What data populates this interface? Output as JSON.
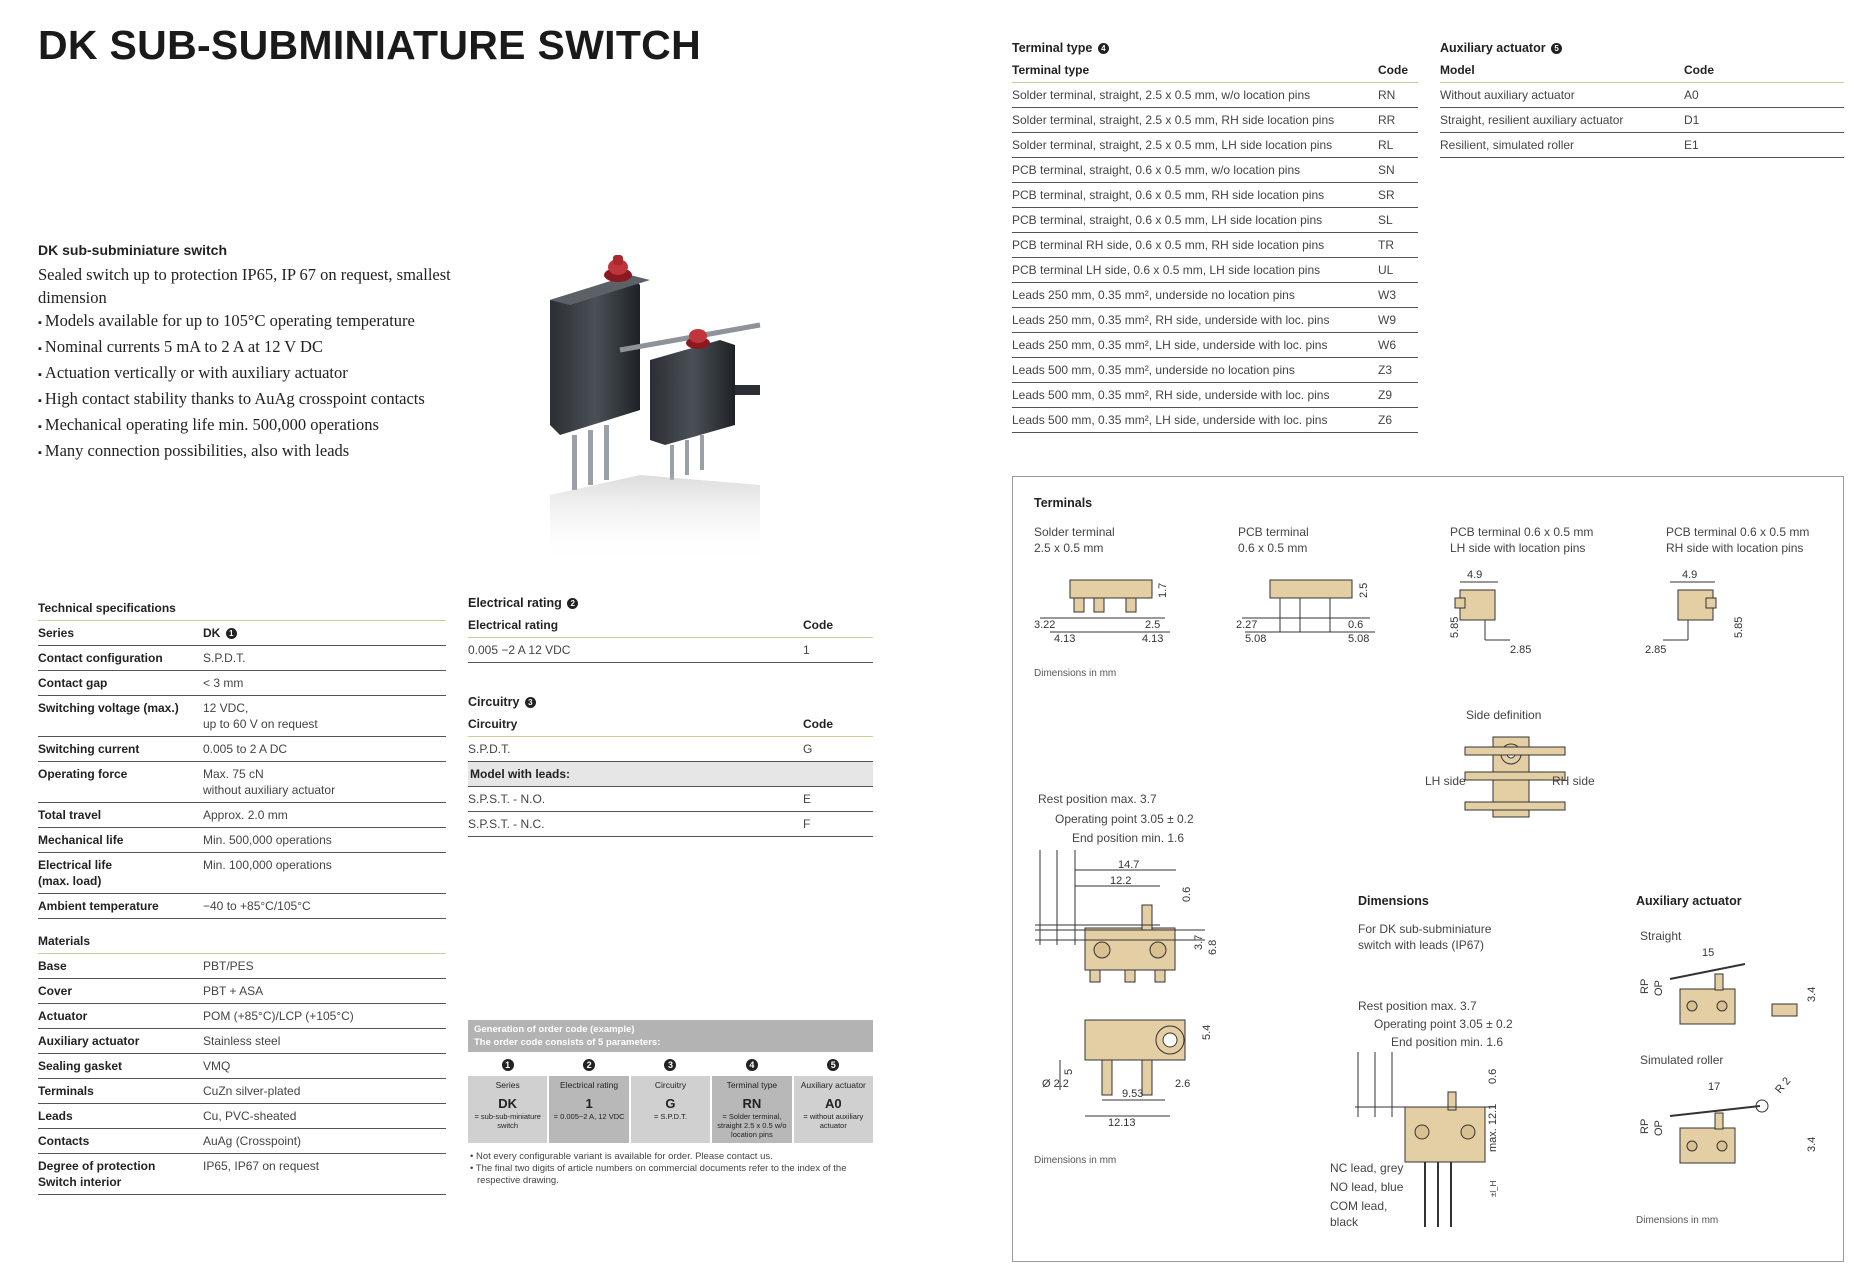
{
  "page_title": "DK SUB-SUBMINIATURE SWITCH",
  "intro": {
    "title": "DK sub-subminiature switch",
    "lead": "Sealed switch up to protection IP65, IP 67 on request, smallest dimension",
    "bullets": [
      "Models available for up to 105°C operating temperature",
      "Nominal currents 5 mA to 2 A at 12 V DC",
      "Actuation vertically or with auxiliary actuator",
      "High contact stability thanks to AuAg crosspoint contacts",
      "Mechanical operating life min. 500,000 operations",
      "Many connection possibilities, also with leads"
    ]
  },
  "tech_specs": {
    "title": "Technical specifications",
    "rows": [
      {
        "k": "Series",
        "v": "DK"
      },
      {
        "k": "Contact configuration",
        "v": "S.P.D.T."
      },
      {
        "k": "Contact gap",
        "v": "< 3 mm"
      },
      {
        "k": "Switching voltage (max.)",
        "v": "12 VDC,",
        "v2": "up to 60 V on request"
      },
      {
        "k": "Switching current",
        "v": "0.005 to 2 A DC"
      },
      {
        "k": "Operating force",
        "v": "Max. 75 cN",
        "v2": "without auxiliary actuator"
      },
      {
        "k": "Total travel",
        "v": "Approx. 2.0 mm"
      },
      {
        "k": "Mechanical life",
        "v": "Min. 500,000 operations"
      },
      {
        "k": "Electrical life",
        "k2": "(max. load)",
        "v": "Min. 100,000 operations"
      },
      {
        "k": "Ambient temperature",
        "v": "−40 to +85°C/105°C"
      }
    ]
  },
  "materials": {
    "title": "Materials",
    "rows": [
      {
        "k": "Base",
        "v": "PBT/PES"
      },
      {
        "k": "Cover",
        "v": "PBT + ASA"
      },
      {
        "k": "Actuator",
        "v": "POM (+85°C)/LCP (+105°C)"
      },
      {
        "k": "Auxiliary actuator",
        "v": "Stainless steel"
      },
      {
        "k": "Sealing gasket",
        "v": "VMQ"
      },
      {
        "k": "Terminals",
        "v": "CuZn silver-plated"
      },
      {
        "k": "Leads",
        "v": "Cu, PVC-sheated"
      },
      {
        "k": "Contacts",
        "v": "AuAg (Crosspoint)"
      },
      {
        "k": "Degree of protection",
        "k2": "Switch interior",
        "v": "IP65, IP67 on request"
      }
    ]
  },
  "electrical_rating": {
    "title": "Electrical rating",
    "col1": "Electrical rating",
    "col2": "Code",
    "rows": [
      {
        "a": "0.005 −2 A 12 VDC",
        "b": "1"
      }
    ]
  },
  "circuitry": {
    "title": "Circuitry",
    "col1": "Circuitry",
    "col2": "Code",
    "row1": {
      "a": "S.P.D.T.",
      "b": "G"
    },
    "leads_header": "Model with leads:",
    "rows": [
      {
        "a": "S.P.S.T. - N.O.",
        "b": "E"
      },
      {
        "a": "S.P.S.T. - N.C.",
        "b": "F"
      }
    ]
  },
  "order_code": {
    "header1": "Generation of order code (example)",
    "header2": "The order code consists of 5 parameters:",
    "numbers": [
      "1",
      "2",
      "3",
      "4",
      "5"
    ],
    "labels": [
      "Series",
      "Electrical rating",
      "Circuitry",
      "Terminal type",
      "Auxiliary actuator"
    ],
    "values": [
      "DK",
      "1",
      "G",
      "RN",
      "A0"
    ],
    "descs": [
      "= sub-sub-miniature switch",
      "= 0.005−2 A, 12 VDC",
      "= S.P.D.T.",
      "= Solder terminal, straight 2.5 x 0.5 w/o location pins",
      "= without auxiliary actuator"
    ],
    "notes": [
      "Not every configurable variant is available for order. Please contact us.",
      "The final two digits of article numbers on commercial documents refer to the index of the respective drawing."
    ]
  },
  "terminal_type": {
    "title": "Terminal type",
    "col1": "Terminal type",
    "col2": "Code",
    "rows": [
      {
        "a": "Solder terminal, straight, 2.5 x 0.5 mm, w/o location pins",
        "b": "RN"
      },
      {
        "a": "Solder terminal, straight, 2.5 x 0.5 mm, RH side location pins",
        "b": "RR"
      },
      {
        "a": "Solder terminal, straight, 2.5 x 0.5 mm, LH side location pins",
        "b": "RL"
      },
      {
        "a": "PCB terminal, straight, 0.6 x 0.5 mm, w/o location pins",
        "b": "SN"
      },
      {
        "a": "PCB terminal, straight, 0.6 x 0.5 mm, RH side location pins",
        "b": "SR"
      },
      {
        "a": "PCB terminal, straight, 0.6 x 0.5 mm, LH side location pins",
        "b": "SL"
      },
      {
        "a": "PCB terminal RH side, 0.6 x 0.5 mm, RH side location pins",
        "b": "TR"
      },
      {
        "a": "PCB terminal LH side, 0.6 x 0.5 mm, LH side location pins",
        "b": "UL"
      },
      {
        "a": "Leads 250 mm, 0.35 mm², underside no location pins",
        "b": "W3"
      },
      {
        "a": "Leads 250 mm, 0.35 mm², RH side, underside with loc. pins",
        "b": "W9"
      },
      {
        "a": "Leads 250 mm, 0.35 mm², LH side, underside with loc. pins",
        "b": "W6"
      },
      {
        "a": "Leads 500 mm, 0.35 mm², underside no location pins",
        "b": "Z3"
      },
      {
        "a": "Leads 500 mm, 0.35 mm², RH side, underside with loc. pins",
        "b": "Z9"
      },
      {
        "a": "Leads 500 mm, 0.35 mm², LH side, underside with loc. pins",
        "b": "Z6"
      }
    ]
  },
  "aux_actuator": {
    "title": "Auxiliary actuator",
    "col1": "Model",
    "col2": "Code",
    "rows": [
      {
        "a": "Without auxiliary actuator",
        "b": "A0"
      },
      {
        "a": "Straight, resilient auxiliary actuator",
        "b": "D1"
      },
      {
        "a": "Resilient, simulated roller",
        "b": "E1"
      }
    ]
  },
  "drawings": {
    "terminals_title": "Terminals",
    "solder_l1": "Solder terminal",
    "solder_l2": "2.5 x 0.5 mm",
    "pcb_l1": "PCB terminal",
    "pcb_l2": "0.6 x 0.5 mm",
    "pcblh_l1": "PCB terminal 0.6 x 0.5 mm",
    "pcblh_l2": "LH side with location pins",
    "pcbrh_l1": "PCB terminal 0.6 x 0.5 mm",
    "pcbrh_l2": "RH side with location pins",
    "dims_note": "Dimensions in mm",
    "side_def": "Side definition",
    "lh_side": "LH side",
    "rh_side": "RH side",
    "rest_pos": "Rest position max. 3.7",
    "op_point": "Operating point 3.05 ± 0.2",
    "end_pos": "End position min. 1.6",
    "dimensions_title": "Dimensions",
    "dimensions_l1": "For DK sub-subminiature",
    "dimensions_l2": "switch with leads (IP67)",
    "nc_lead": "NC lead, grey",
    "no_lead": "NO lead, blue",
    "com_lead": "COM lead,",
    "com_lead2": "black",
    "aux_title": "Auxiliary actuator",
    "straight": "Straight",
    "sim_roller": "Simulated roller"
  },
  "colors": {
    "accent_rule": "#d2c89a",
    "switch_body": "#e4cfa5",
    "grey_bar": "#b3b3b3"
  },
  "icons": [
    "number-badge-icon"
  ]
}
